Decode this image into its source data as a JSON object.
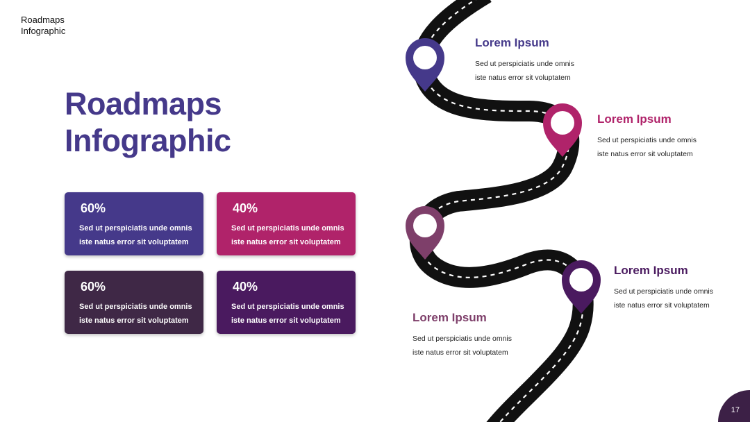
{
  "header": {
    "corner_title": "Roadmaps\nInfographic"
  },
  "main": {
    "title": "Roadmaps\nInfographic"
  },
  "cards": [
    {
      "percent": "60%",
      "text": "Sed ut perspiciatis unde omnis\niste natus error sit voluptatem",
      "color": "#45398a"
    },
    {
      "percent": "40%",
      "text": "Sed ut perspiciatis unde omnis\niste natus error sit voluptatem",
      "color": "#b0236a"
    },
    {
      "percent": "60%",
      "text": "Sed ut perspiciatis unde omnis\niste natus error sit voluptatem",
      "color": "#3f2846"
    },
    {
      "percent": "40%",
      "text": "Sed ut perspiciatis unde omnis\niste natus error sit voluptatem",
      "color": "#4a1a5f"
    }
  ],
  "milestones": [
    {
      "title": "Lorem Ipsum",
      "text": "Sed ut perspiciatis unde omnis\niste natus error sit voluptatem",
      "color": "#45398a"
    },
    {
      "title": "Lorem Ipsum",
      "text": "Sed ut perspiciatis unde omnis\niste natus error sit voluptatem",
      "color": "#b0236a"
    },
    {
      "title": "Lorem Ipsum",
      "text": "Sed ut perspiciatis unde omnis\niste natus error sit voluptatem",
      "color": "#7e3f6a"
    },
    {
      "title": "Lorem Ipsum",
      "text": "Sed ut perspiciatis unde omnis\niste natus error sit voluptatem",
      "color": "#4a1a5f"
    }
  ],
  "road_color": "#111111",
  "footer": {
    "page_number": "17"
  }
}
